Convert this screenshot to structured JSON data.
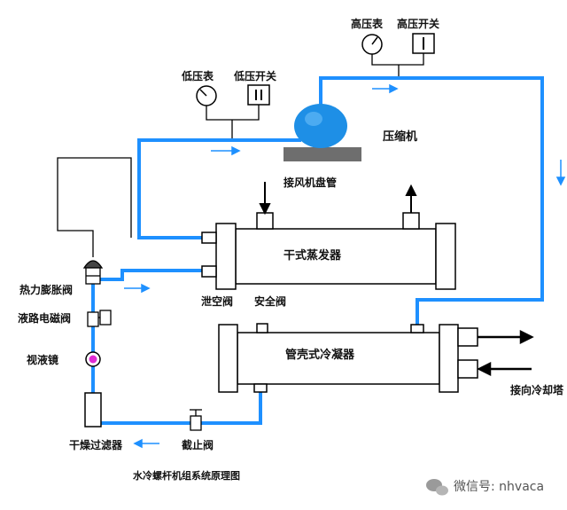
{
  "labels": {
    "high_pressure_gauge": "高压表",
    "high_pressure_switch": "高压开关",
    "low_pressure_gauge": "低压表",
    "low_pressure_switch": "低压开关",
    "compressor": "压缩机",
    "fan_coil_connection": "接风机盘管",
    "dry_evaporator": "干式蒸发器",
    "thermal_expansion_valve": "热力膨胀阀",
    "bleed_valve": "泄空阀",
    "safety_valve": "安全阀",
    "liquid_solenoid_valve": "液路电磁阀",
    "sight_glass": "视液镜",
    "shell_tube_condenser": "管壳式冷凝器",
    "cooling_tower_connection": "接向冷却塔",
    "dryer_filter": "干燥过滤器",
    "stop_valve": "截止阀"
  },
  "caption": "水冷螺杆机组系统原理图",
  "watermark": "微信号: nhvaca",
  "colors": {
    "pipe": "#1e90ff",
    "compressor": "#1e8fe6",
    "component_line": "#000000"
  }
}
